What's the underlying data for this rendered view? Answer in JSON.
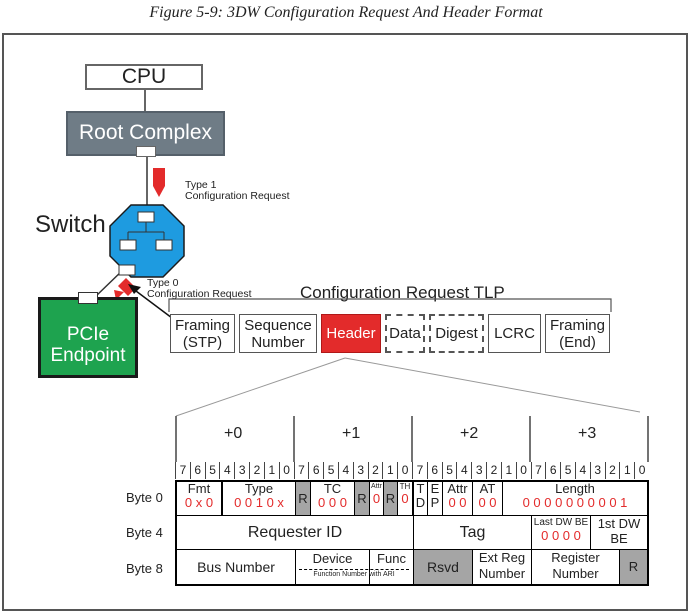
{
  "figure": {
    "caption": "Figure 5-9: 3DW Configuration Request And Header Format"
  },
  "topology": {
    "cpu": "CPU",
    "root_complex": "Root Complex",
    "switch": "Switch",
    "endpoint_line1": "PCIe",
    "endpoint_line2": "Endpoint",
    "type1_line1": "Type 1",
    "type1_line2": "Configuration Request",
    "type0_line1": "Type 0",
    "type0_line2": "Configuration Request"
  },
  "tlp": {
    "title": "Configuration Request TLP",
    "fields": [
      {
        "line1": "Framing",
        "line2": "(STP)"
      },
      {
        "line1": "Sequence",
        "line2": "Number"
      },
      {
        "line1": "Header",
        "line2": ""
      },
      {
        "line1": "Data",
        "line2": ""
      },
      {
        "line1": "Digest",
        "line2": ""
      },
      {
        "line1": "LCRC",
        "line2": ""
      },
      {
        "line1": "Framing",
        "line2": "(End)"
      }
    ]
  },
  "header_format": {
    "byte_offsets": [
      "+0",
      "+1",
      "+2",
      "+3"
    ],
    "bits": [
      "7",
      "6",
      "5",
      "4",
      "3",
      "2",
      "1",
      "0",
      "7",
      "6",
      "5",
      "4",
      "3",
      "2",
      "1",
      "0",
      "7",
      "6",
      "5",
      "4",
      "3",
      "2",
      "1",
      "0",
      "7",
      "6",
      "5",
      "4",
      "3",
      "2",
      "1",
      "0"
    ],
    "row_labels": [
      "Byte 0",
      "Byte 4",
      "Byte 8"
    ],
    "byte0": {
      "fmt": "Fmt",
      "fmt_value": "0 x 0",
      "type": "Type",
      "type_value": "0 0 1 0 x",
      "r1": "R",
      "tc": "TC",
      "tc_value": "0 0 0",
      "r2": "R",
      "attr": "Attr",
      "attr_value": "0",
      "r3": "R",
      "th": "TH",
      "th_value": "0",
      "td_t": "T",
      "td_d": "D",
      "td_value": "",
      "ep_e": "E",
      "ep_p": "P",
      "attr2": "Attr",
      "attr2_value": "0 0",
      "at": "AT",
      "at_value": "0 0",
      "length": "Length",
      "length_value": "0 0 0 0 0 0 0 0 0 1"
    },
    "byte4": {
      "requester_id": "Requester ID",
      "tag": "Tag",
      "last_dw_be": "Last DW BE",
      "last_dw_be_value": "0 0 0 0",
      "first_dw_be_line1": "1st DW",
      "first_dw_be_line2": "BE"
    },
    "byte8": {
      "bus_number": "Bus Number",
      "device": "Device",
      "func": "Func",
      "ari_note": "Function Number with ARI",
      "rsvd": "Rsvd",
      "ext_reg_line1": "Ext Reg",
      "ext_reg_line2": "Number",
      "register_line1": "Register",
      "register_line2": "Number",
      "r": "R"
    }
  },
  "colors": {
    "root_complex": "#6f7c86",
    "switch": "#1e9be0",
    "endpoint": "#1ea34f",
    "accent_red": "#e32b2b",
    "reserved_gray": "#a5a5a5"
  }
}
